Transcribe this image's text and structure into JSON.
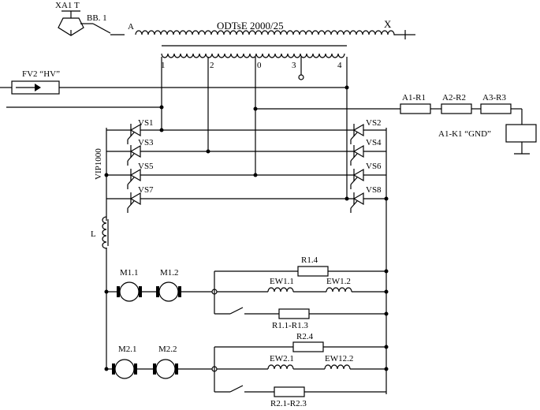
{
  "labels": {
    "xa1": "XA1 T",
    "vv1": "BB. 1",
    "a": "A",
    "transformer": "ODTsE 2000/25",
    "x": "X",
    "fv2": "FV2 “HV”",
    "tap1": "1",
    "tap2": "2",
    "tap0": "0",
    "tap3": "3",
    "tap4": "4",
    "a1r1": "A1-R1",
    "a2r2": "A2-R2",
    "a3r3": "A3-R3",
    "a1k1": "A1-K1 “GND”",
    "vs1": "VS1",
    "vs2": "VS2",
    "vs3": "VS3",
    "vs4": "VS4",
    "vs5": "VS5",
    "vs6": "VS6",
    "vs7": "VS7",
    "vs8": "VS8",
    "vip": "VIP1000",
    "l": "L",
    "m11": "M1.1",
    "m12": "M1.2",
    "r14": "R1.4",
    "ew11": "EW1.1",
    "ew12": "EW1.2",
    "r11r13": "R1.1-R1.3",
    "m21": "M2.1",
    "m22": "M2.2",
    "r24": "R2.4",
    "ew21": "EW2.1",
    "ew122": "EW12.2",
    "r21r23": "R2.1-R2.3"
  }
}
